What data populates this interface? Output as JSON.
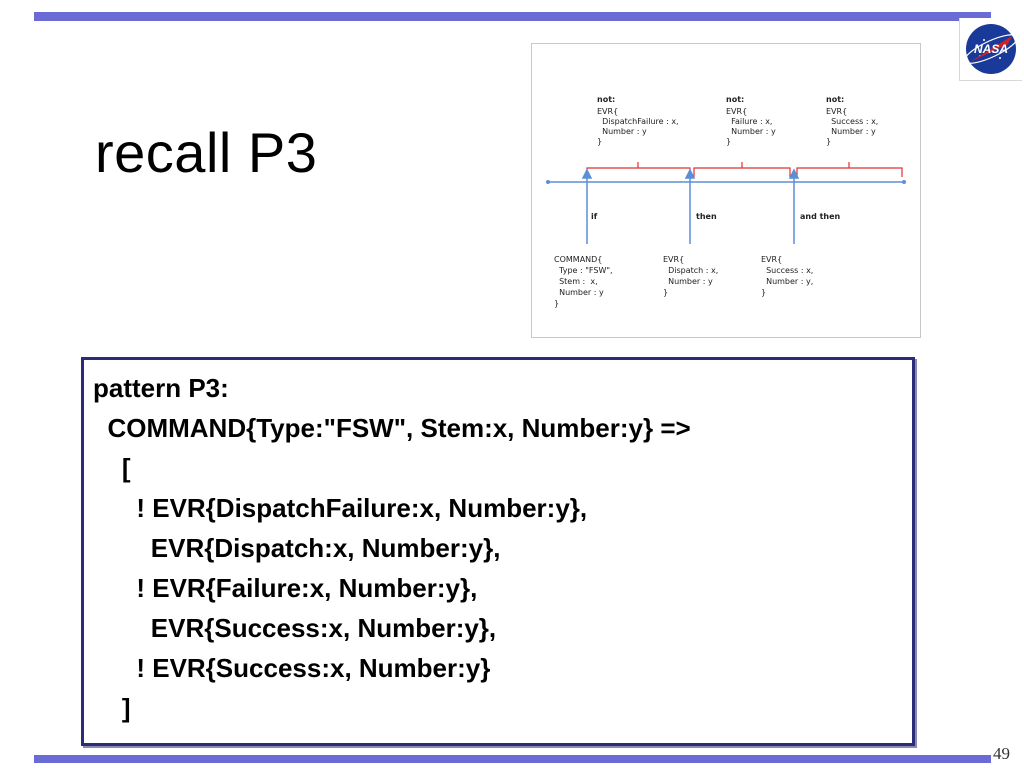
{
  "slide": {
    "title": "recall P3",
    "page_number": "49",
    "logo_text": "NASA"
  },
  "figure": {
    "not_labels": [
      "not:",
      "not:",
      "not:"
    ],
    "not_blocks": [
      [
        "EVR{",
        "  DispatchFailure : x,",
        "  Number : y",
        "}"
      ],
      [
        "EVR{",
        "  Failure : x,",
        "  Number : y",
        "}"
      ],
      [
        "EVR{",
        "  Success : x,",
        "  Number : y",
        "}"
      ]
    ],
    "timeline_labels": [
      "if",
      "then",
      "and then"
    ],
    "event_blocks": [
      [
        "COMMAND{",
        "  Type : \"FSW\",",
        "  Stem :  x,",
        "  Number : y",
        "}"
      ],
      [
        "EVR{",
        "  Dispatch : x,",
        "  Number : y",
        "}"
      ],
      [
        "EVR{",
        "  Success : x,",
        "  Number : y,",
        "}"
      ]
    ]
  },
  "pattern": {
    "lines": [
      "pattern P3:",
      "  COMMAND{Type:\"FSW\", Stem:x, Number:y} =>",
      "    [",
      "      ! EVR{DispatchFailure:x, Number:y},",
      "        EVR{Dispatch:x, Number:y},",
      "      ! EVR{Failure:x, Number:y},",
      "        EVR{Success:x, Number:y},",
      "      ! EVR{Success:x, Number:y}",
      "    ]"
    ]
  },
  "colors": {
    "accent_bar": "#6b6bd6",
    "box_border": "#2b2b7a",
    "timeline": "#5b8fd6",
    "bracket": "#e03030"
  }
}
